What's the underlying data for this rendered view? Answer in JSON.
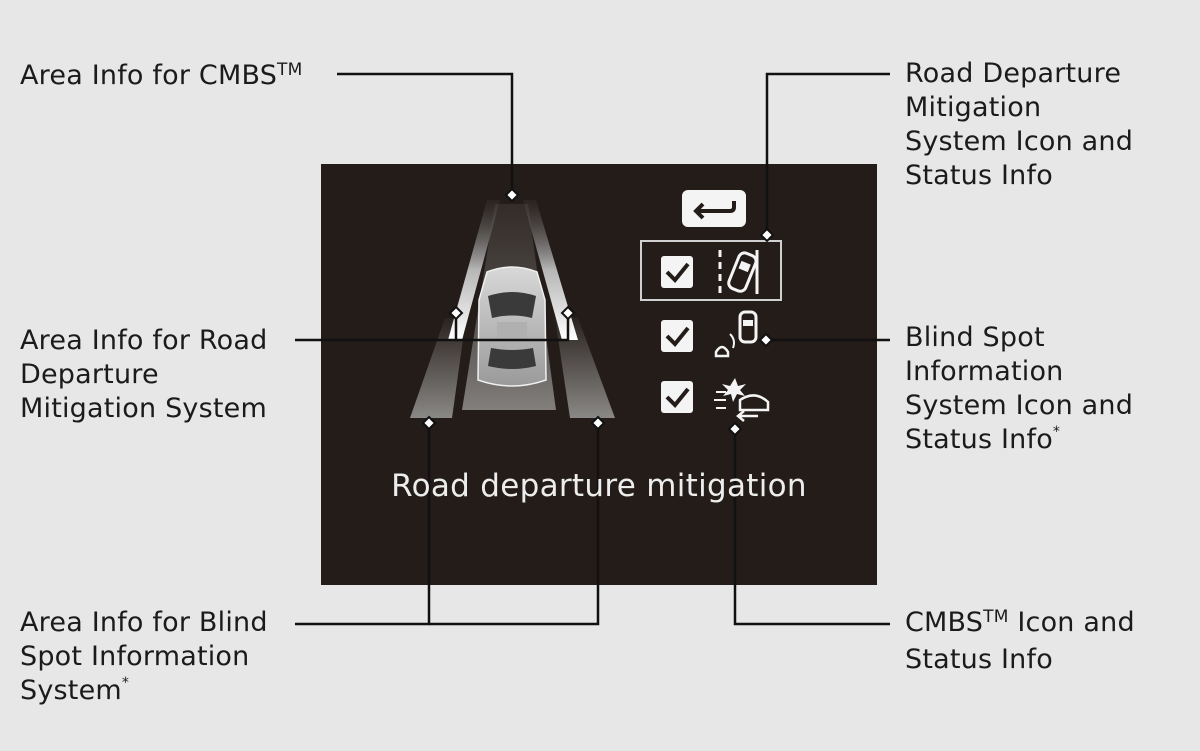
{
  "labels": {
    "cmbs_area": {
      "line1": "Area Info for CMBS",
      "tm": "TM"
    },
    "rdm_area": {
      "line1": "Area Info for Road",
      "line2": "Departure",
      "line3": "Mitigation System"
    },
    "bsi_area": {
      "line1": "Area Info for Blind",
      "line2": "Spot Information",
      "line3": "System",
      "asterisk": "*"
    },
    "rdm_icon": {
      "line1": "Road Departure",
      "line2": "Mitigation",
      "line3": "System Icon and",
      "line4": "Status Info"
    },
    "bsi_icon": {
      "line1": "Blind Spot",
      "line2": "Information",
      "line3": "System Icon and",
      "line4": "Status Info",
      "asterisk": "*"
    },
    "cmbs_icon": {
      "line1": "CMBS",
      "tm": "TM",
      "line1_rest": " Icon and",
      "line2": "Status Info"
    }
  },
  "screen": {
    "caption": "Road departure mitigation",
    "items": [
      {
        "name": "Road Departure Mitigation System",
        "checked": true,
        "selected": true,
        "icon": "lane-departure-car-icon"
      },
      {
        "name": "Blind Spot Information System",
        "checked": true,
        "selected": false,
        "icon": "blind-spot-cars-icon"
      },
      {
        "name": "CMBS",
        "checked": true,
        "selected": false,
        "icon": "collision-braking-icon"
      }
    ],
    "back_icon": "back-arrow-icon"
  },
  "colors": {
    "background": "#e6e7e6",
    "screen": "#231c19",
    "leader_line": "#111111",
    "screen_text": "#ededed"
  }
}
